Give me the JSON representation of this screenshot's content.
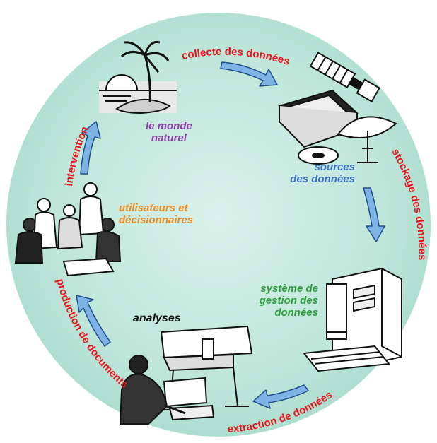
{
  "colors": {
    "disc": "#bfe6da",
    "disc_edge": "#d8f1ea",
    "edge_text": "#e8151c",
    "arrow_fill": "#7fb3e6",
    "arrow_stroke": "#1f4f8a",
    "node_natural": "#8a3fa9",
    "node_sources": "#3a6fc4",
    "node_system": "#2e9e3f",
    "node_users": "#f08a1c",
    "node_analyses": "#111111"
  },
  "nodes": {
    "natural": {
      "line1": "le monde",
      "line2": "naturel",
      "icon": "island-palm-sunset-icon"
    },
    "sources": {
      "line1": "sources",
      "line2": "des données",
      "icon": "satellite-scanner-disc-antenna-icon"
    },
    "system": {
      "line1": "système de",
      "line2": "gestion des",
      "line3": "données",
      "icon": "computer-server-workstation-icon"
    },
    "analyses": {
      "line1": "analyses",
      "icon": "analyst-plotter-computer-icon"
    },
    "users": {
      "line1": "utilisateurs et",
      "line2": "décisionnaires",
      "icon": "meeting-group-people-icon"
    }
  },
  "edges": {
    "collect": "collecte des données",
    "storage": "stockage des données",
    "extraction": "extraction de données",
    "production": "production de documents",
    "intervention": "intervention"
  }
}
